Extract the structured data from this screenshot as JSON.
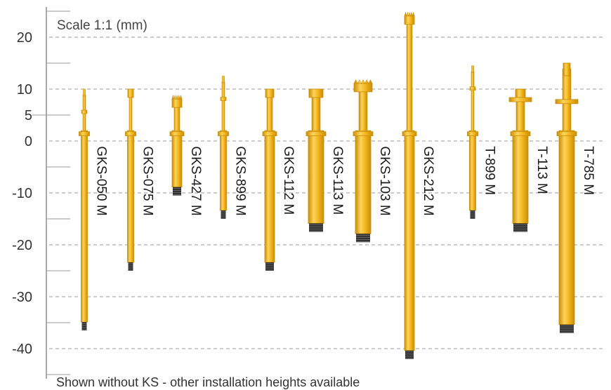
{
  "scale_note": "Scale 1:1 (mm)",
  "footer_note": "Shown without KS - other installation heights available",
  "colors": {
    "gold": "#f2b41c",
    "gold_dark": "#c98d08",
    "gold_light": "#fcd45a",
    "thread": "#2e2e2e",
    "grid": "#999999",
    "axis": "#555555"
  },
  "chart_data": {
    "type": "diagram",
    "unit": "mm",
    "ylim": [
      -45,
      25
    ],
    "y_ticks": [
      {
        "value": 20,
        "label": "20"
      },
      {
        "value": 10,
        "label": "10"
      },
      {
        "value": 5,
        "label": "5"
      },
      {
        "value": 0,
        "label": "0"
      },
      {
        "value": -10,
        "label": "-10"
      },
      {
        "value": -20,
        "label": "-20"
      },
      {
        "value": -30,
        "label": "-30"
      },
      {
        "value": -40,
        "label": "-40"
      }
    ],
    "dashed_grid": [
      20,
      10,
      0,
      -10,
      -20,
      -30,
      -40
    ],
    "probes": [
      {
        "name": "GKS-050 M",
        "top": 10,
        "bottom": -36.5,
        "head": "needle"
      },
      {
        "name": "GKS-075 M",
        "top": 10,
        "bottom": -25,
        "head": "small-cap"
      },
      {
        "name": "GKS-427 M",
        "top": 8.5,
        "bottom": -10.5,
        "head": "crown"
      },
      {
        "name": "GKS-899 M",
        "top": 12.5,
        "bottom": -15,
        "head": "needle"
      },
      {
        "name": "GKS-112 M",
        "top": 10,
        "bottom": -25,
        "head": "flat"
      },
      {
        "name": "GKS-113 M",
        "top": 10,
        "bottom": -17.5,
        "head": "flat"
      },
      {
        "name": "GKS-103 M",
        "top": 11.5,
        "bottom": -19.5,
        "head": "crown"
      },
      {
        "name": "GKS-212 M",
        "top": 24.5,
        "bottom": -42,
        "head": "crown"
      },
      {
        "name": "T-899 M",
        "top": 14.5,
        "bottom": -15,
        "head": "needle"
      },
      {
        "name": "T-113 M",
        "top": 10,
        "bottom": -17.5,
        "head": "flange"
      },
      {
        "name": "T-785 M",
        "top": 15,
        "bottom": -37,
        "head": "flange-crown"
      }
    ]
  }
}
